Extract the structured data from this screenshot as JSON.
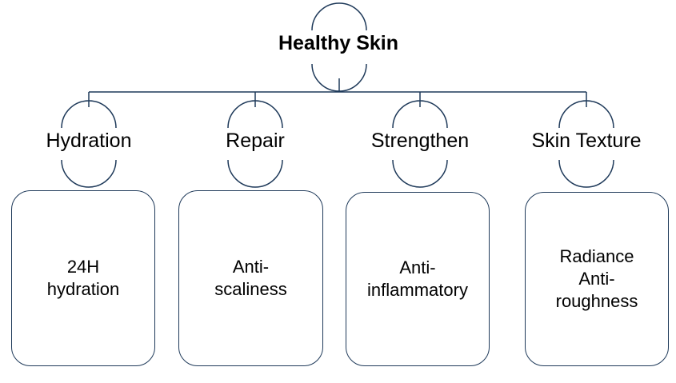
{
  "root": {
    "label": "Healthy Skin"
  },
  "categories": [
    {
      "label": "Hydration",
      "benefit": "24H\nhydration"
    },
    {
      "label": "Repair",
      "benefit": "Anti-\nscaliness"
    },
    {
      "label": "Strengthen",
      "benefit": "Anti-\ninflammatory"
    },
    {
      "label": "Skin Texture",
      "benefit": "Radiance\nAnti-\nroughness"
    }
  ],
  "colors": {
    "line": "#1f3a5a",
    "text": "#000000"
  }
}
